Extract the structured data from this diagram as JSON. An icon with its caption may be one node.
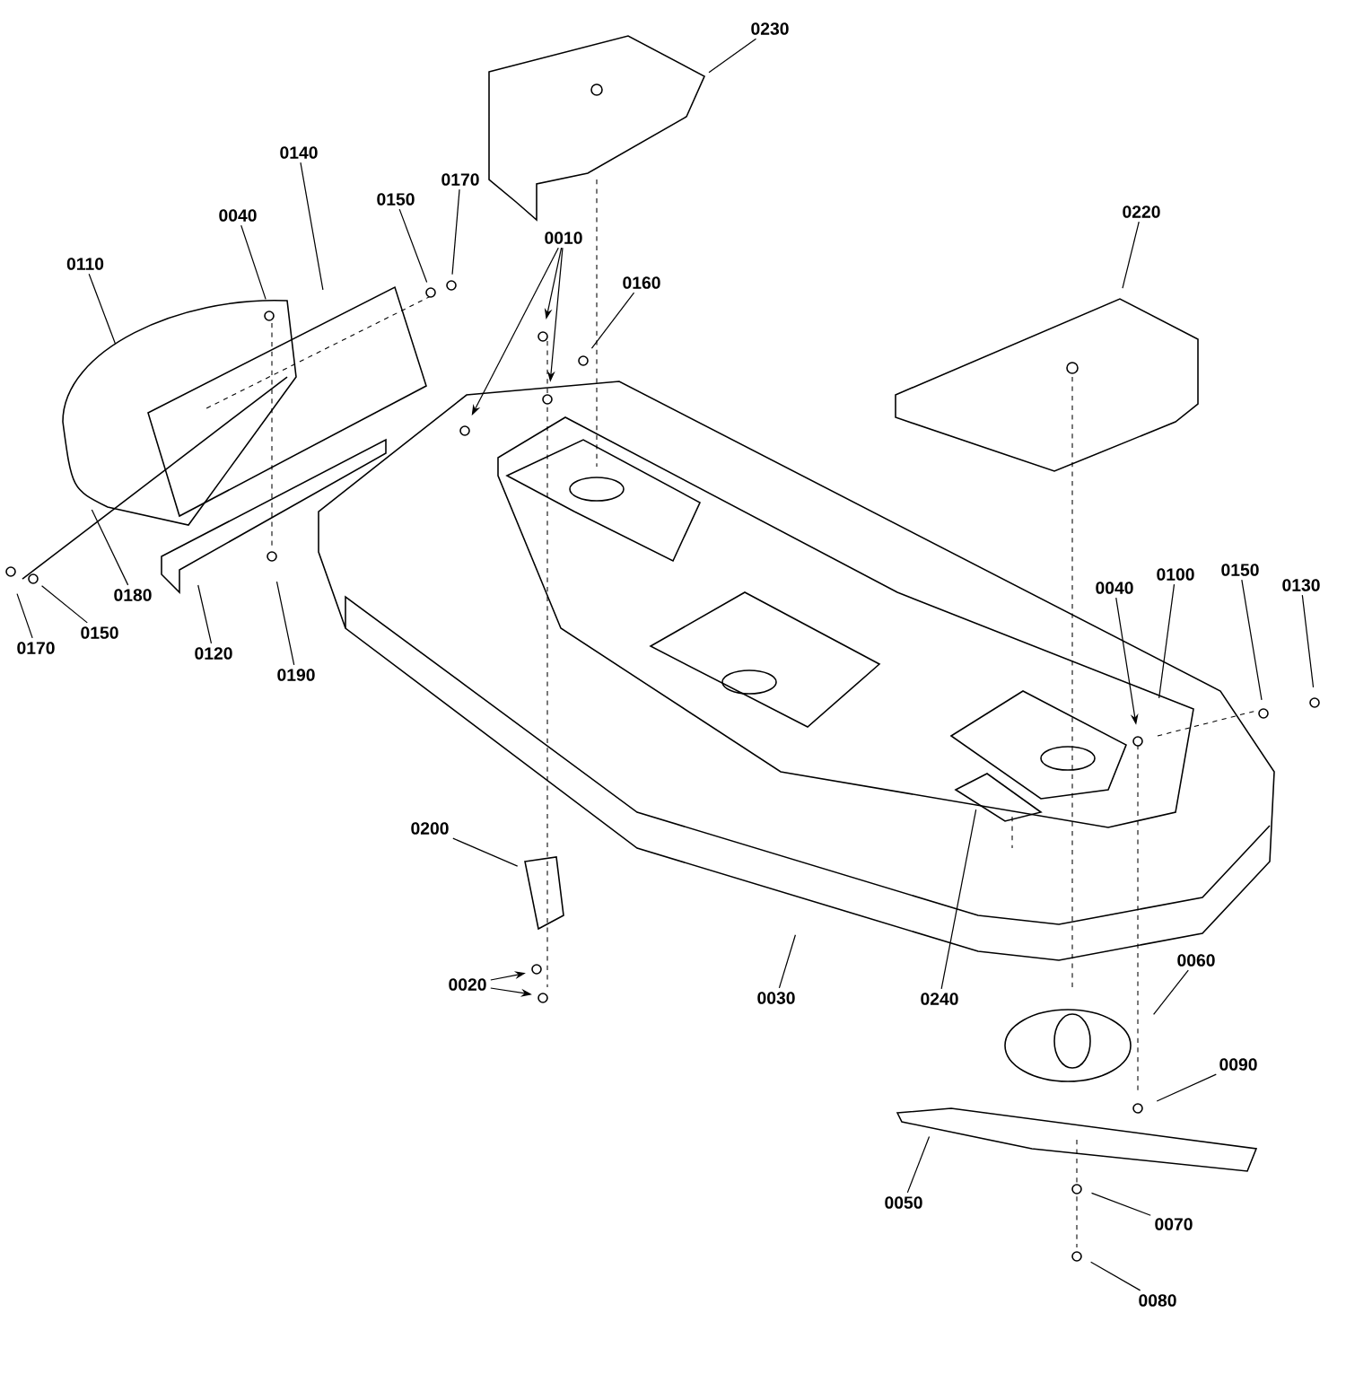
{
  "diagram": {
    "nodes": [
      {
        "text": [
          "0230"
        ]
      },
      {
        "text": [
          "0140"
        ]
      },
      {
        "text": [
          "0170"
        ]
      },
      {
        "text": [
          "0150"
        ]
      },
      {
        "text": [
          "0040"
        ]
      },
      {
        "text": [
          "0010"
        ]
      },
      {
        "text": [
          "0110"
        ]
      },
      {
        "text": [
          "0220"
        ]
      },
      {
        "text": [
          "0160"
        ]
      },
      {
        "text": [
          "0180"
        ]
      },
      {
        "text": [
          "0170"
        ]
      },
      {
        "text": [
          "0150"
        ]
      },
      {
        "text": [
          "0120"
        ]
      },
      {
        "text": [
          "0190"
        ]
      },
      {
        "text": [
          "0040"
        ]
      },
      {
        "text": [
          "0100"
        ]
      },
      {
        "text": [
          "0150"
        ]
      },
      {
        "text": [
          "0130"
        ]
      },
      {
        "text": [
          "0200"
        ]
      },
      {
        "text": [
          "0020"
        ]
      },
      {
        "text": [
          "0030"
        ]
      },
      {
        "text": [
          "0240"
        ]
      },
      {
        "text": [
          "0060"
        ]
      },
      {
        "text": [
          "0090"
        ]
      },
      {
        "text": [
          "0050"
        ]
      },
      {
        "text": [
          "0070"
        ]
      },
      {
        "text": [
          "0080"
        ]
      }
    ],
    "edges": [
      {
        "from": 0,
        "to": null,
        "arrow": "none"
      },
      {
        "from": 1,
        "to": null,
        "arrow": "none"
      },
      {
        "from": 2,
        "to": null,
        "arrow": "none"
      },
      {
        "from": 3,
        "to": null,
        "arrow": "none"
      },
      {
        "from": 4,
        "to": null,
        "arrow": "none"
      },
      {
        "from": 5,
        "to": null,
        "arrow": "to"
      },
      {
        "from": 5,
        "to": null,
        "arrow": "to"
      },
      {
        "from": 5,
        "to": null,
        "arrow": "to"
      },
      {
        "from": 6,
        "to": null,
        "arrow": "none"
      },
      {
        "from": 7,
        "to": null,
        "arrow": "none"
      },
      {
        "from": 8,
        "to": null,
        "arrow": "none"
      },
      {
        "from": 9,
        "to": null,
        "arrow": "none"
      },
      {
        "from": 10,
        "to": null,
        "arrow": "none"
      },
      {
        "from": 11,
        "to": null,
        "arrow": "none"
      },
      {
        "from": 12,
        "to": null,
        "arrow": "none"
      },
      {
        "from": 13,
        "to": null,
        "arrow": "none"
      },
      {
        "from": 14,
        "to": null,
        "arrow": "to"
      },
      {
        "from": 15,
        "to": null,
        "arrow": "none"
      },
      {
        "from": 16,
        "to": null,
        "arrow": "none"
      },
      {
        "from": 17,
        "to": null,
        "arrow": "none"
      },
      {
        "from": 18,
        "to": null,
        "arrow": "none"
      },
      {
        "from": 19,
        "to": null,
        "arrow": "to"
      },
      {
        "from": 19,
        "to": null,
        "arrow": "to"
      },
      {
        "from": 20,
        "to": null,
        "arrow": "none"
      },
      {
        "from": 21,
        "to": null,
        "arrow": "none"
      },
      {
        "from": 22,
        "to": null,
        "arrow": "none"
      },
      {
        "from": 23,
        "to": null,
        "arrow": "none"
      },
      {
        "from": 24,
        "to": null,
        "arrow": "none"
      },
      {
        "from": 25,
        "to": null,
        "arrow": "none"
      },
      {
        "from": 26,
        "to": null,
        "arrow": "none"
      }
    ]
  }
}
